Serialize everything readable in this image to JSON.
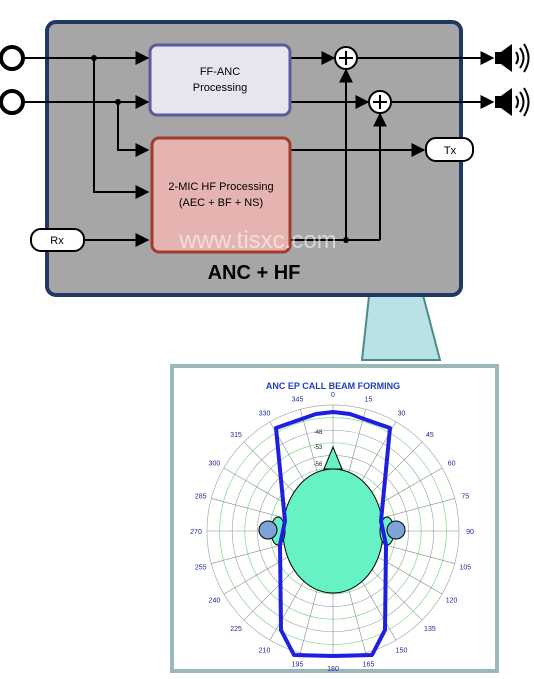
{
  "block": {
    "title": "ANC + HF",
    "ff_box": {
      "line1": "FF-ANC",
      "line2": "Processing"
    },
    "hf_box": {
      "line1": "2-MIC HF Processing",
      "line2": "(AEC + BF + NS)"
    },
    "rx_label": "Rx",
    "tx_label": "Tx",
    "watermark": "www.tisxc.com"
  },
  "polar": {
    "title": "ANC EP CALL BEAM FORMING",
    "angle_labels": [
      "0",
      "15",
      "30",
      "45",
      "60",
      "75",
      "90",
      "105",
      "120",
      "135",
      "150",
      "165",
      "180",
      "195",
      "210",
      "225",
      "240",
      "255",
      "270",
      "285",
      "300",
      "315",
      "330",
      "345"
    ],
    "radial_labels": [
      "-48",
      "-53",
      "-56"
    ]
  },
  "colors": {
    "block_fill": "#a6a6a6",
    "block_border": "#1f3864",
    "ff_fill": "#e7e6ef",
    "ff_border": "#5b5aa0",
    "hf_fill": "#e6b4b0",
    "hf_border": "#a33a2e",
    "beam": "#1f1fe0",
    "head": "#66f2c4",
    "callout": "#b8e2e6"
  }
}
